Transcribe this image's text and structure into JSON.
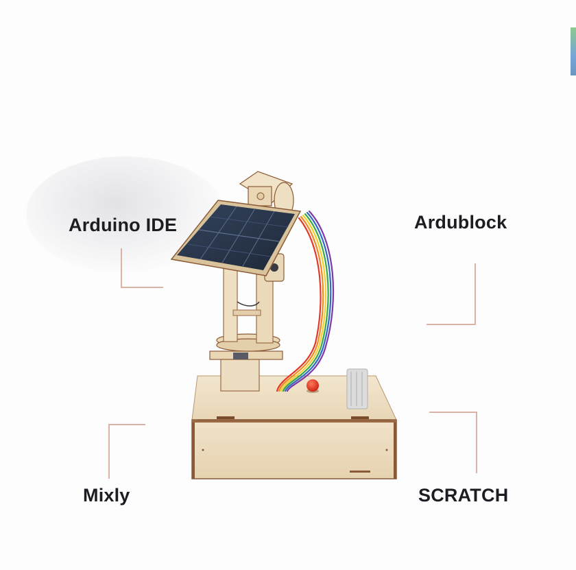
{
  "labels": {
    "top_left": "Arduino IDE",
    "top_right": "Ardublock",
    "bottom_left": "Mixly",
    "bottom_right": "SCRATCH"
  },
  "colors": {
    "label_text": "#1c1c22",
    "bracket_line": "#d9b3a6",
    "plywood": "#ecdcc0",
    "plywood_edge": "#8a5a36",
    "solar_panel": "#27344a",
    "led": "#e0311e"
  },
  "product": {
    "icon": "solar-tracker-kit-image"
  }
}
